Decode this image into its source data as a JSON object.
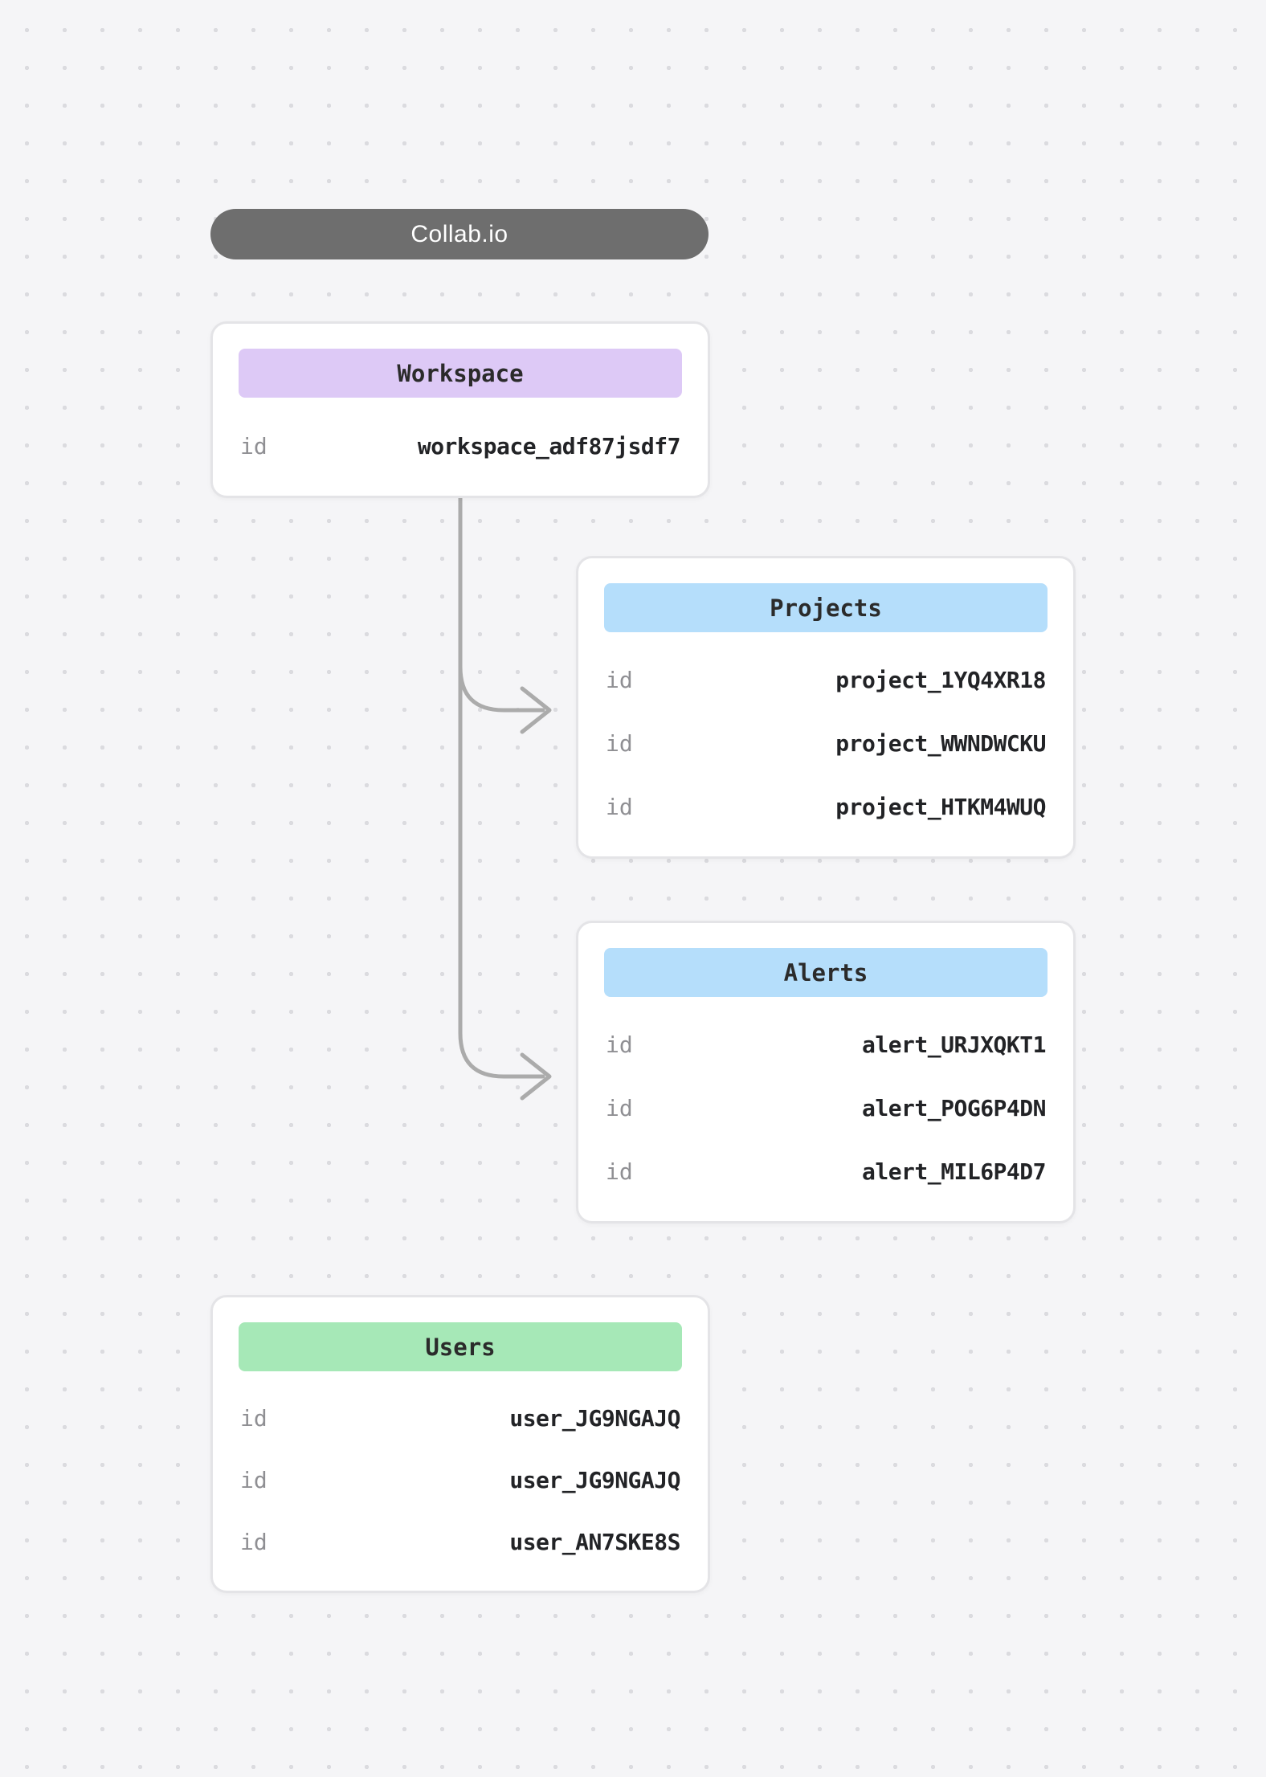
{
  "title": {
    "label": "Collab.io"
  },
  "colors": {
    "title_pill": "#6e6e6e",
    "workspace_header": "#ddc9f6",
    "projects_header": "#b5defb",
    "alerts_header": "#b5defb",
    "users_header": "#a6e8b7",
    "connector": "#ababab",
    "background": "#f5f5f7"
  },
  "nodes": [
    {
      "title": "Workspace",
      "rows": [
        {
          "key": "id",
          "value": "workspace_adf87jsdf7"
        }
      ]
    },
    {
      "title": "Projects",
      "rows": [
        {
          "key": "id",
          "value": "project_1YQ4XR18"
        },
        {
          "key": "id",
          "value": "project_WWNDWCKU"
        },
        {
          "key": "id",
          "value": "project_HTKM4WUQ"
        }
      ]
    },
    {
      "title": "Alerts",
      "rows": [
        {
          "key": "id",
          "value": "alert_URJXQKT1"
        },
        {
          "key": "id",
          "value": "alert_POG6P4DN"
        },
        {
          "key": "id",
          "value": "alert_MIL6P4D7"
        }
      ]
    },
    {
      "title": "Users",
      "rows": [
        {
          "key": "id",
          "value": "user_JG9NGAJQ"
        },
        {
          "key": "id",
          "value": "user_JG9NGAJQ"
        },
        {
          "key": "id",
          "value": "user_AN7SKE8S"
        }
      ]
    }
  ],
  "edges": [
    {
      "from": "Workspace",
      "to": "Projects"
    },
    {
      "from": "Workspace",
      "to": "Alerts"
    }
  ]
}
